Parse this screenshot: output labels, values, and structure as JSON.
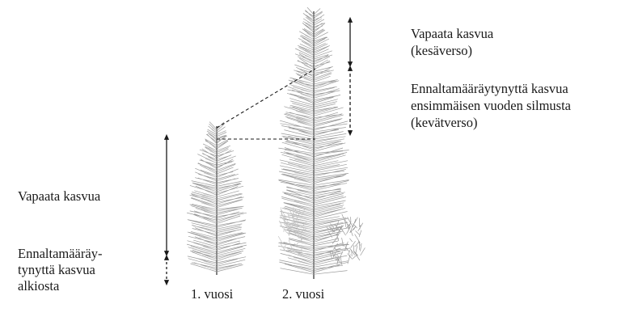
{
  "colors": {
    "ink": "#1a1a1a",
    "needle": "#9a9a9a",
    "needle_light": "#c4c4c4"
  },
  "labels": {
    "top_free_growth": [
      "Vapaata kasvua",
      "(kesäverso)"
    ],
    "top_predetermined_growth": [
      "Ennaltamääräytynyttä kasvua",
      "ensimmäisen vuoden silmusta",
      "(kevätverso)"
    ],
    "left_free_growth": "Vapaata kasvua",
    "left_predetermined_growth": [
      "Ennaltamääräy-",
      "tynyttä kasvua",
      "alkiosta"
    ],
    "year_1": "1. vuosi",
    "year_2": "2. vuosi"
  }
}
